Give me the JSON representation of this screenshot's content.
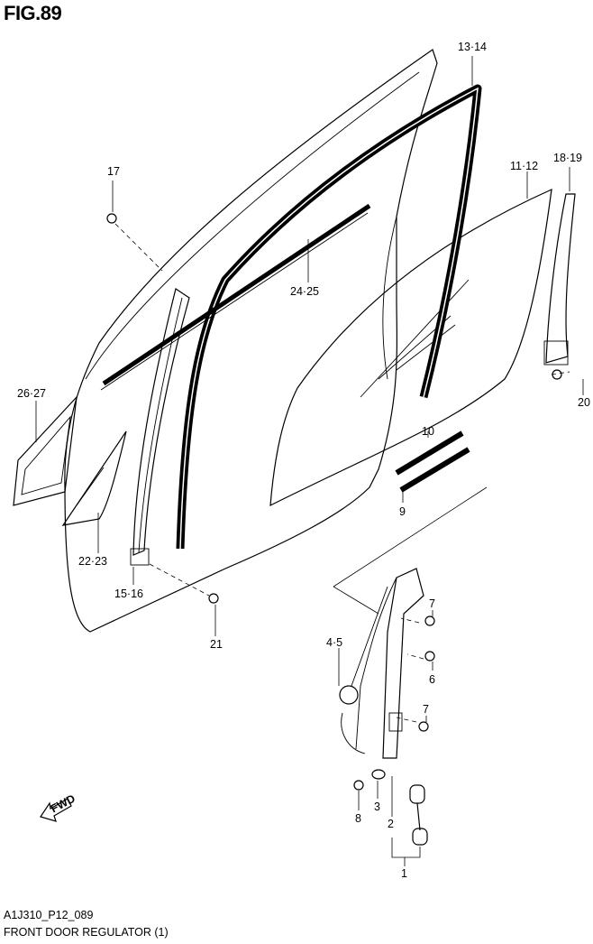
{
  "figure": {
    "title": "FIG.89",
    "code": "A1J310_P12_089",
    "caption": "FRONT DOOR REGULATOR (1)"
  },
  "callouts": {
    "c13_14": "13·14",
    "c17": "17",
    "c11_12": "11·12",
    "c18_19": "18·19",
    "c24_25": "24·25",
    "c26_27": "26·27",
    "c20": "20",
    "c10": "10",
    "c9": "9",
    "c22_23": "22·23",
    "c15_16": "15·16",
    "c21": "21",
    "c7a": "7",
    "c4_5": "4·5",
    "c6": "6",
    "c7b": "7",
    "c3": "3",
    "c8": "8",
    "c2": "2",
    "c1": "1"
  },
  "fwd_label": "FWD"
}
